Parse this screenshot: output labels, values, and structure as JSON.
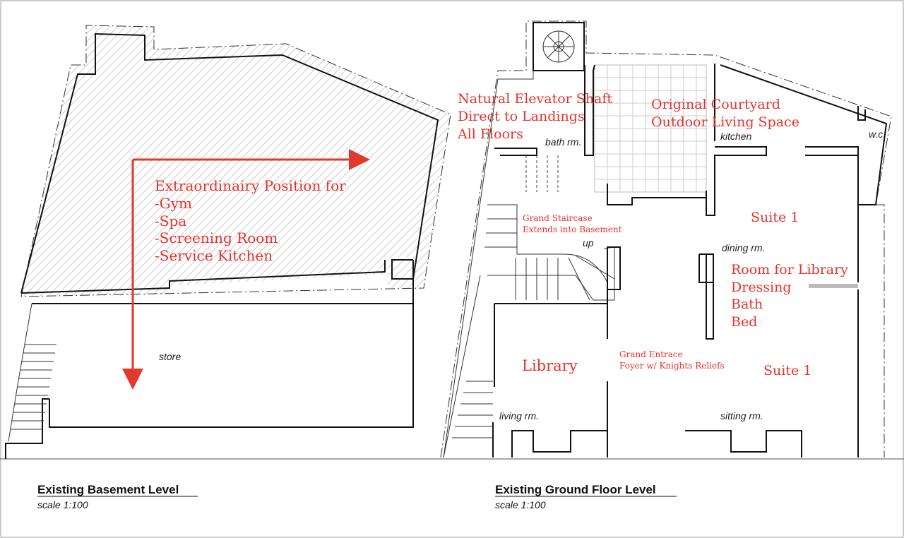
{
  "basement": {
    "title": "Existing Basement Level",
    "scale": "scale 1:100",
    "room_label": "store",
    "annotation": [
      "Extraordinairy Position for",
      "-Gym",
      "-Spa",
      "-Screening Room",
      "-Service Kitchen"
    ]
  },
  "ground": {
    "title": "Existing Ground Floor Level",
    "scale": "scale 1:100",
    "room_labels": {
      "bath": "bath rm.",
      "kitchen": "kitchen",
      "wc": "w.c.",
      "up": "up",
      "dining": "dining rm.",
      "living": "living rm.",
      "sitting": "sitting rm."
    },
    "annotations": {
      "elevator": [
        "Natural Elevator Shaft",
        "Direct to Landings",
        "All Floors"
      ],
      "courtyard": [
        "Original Courtyard",
        "Outdoor Living Space"
      ],
      "staircase": [
        "Grand Staircase",
        "Extends into Basement"
      ],
      "suite_top": "Suite 1",
      "suite_room": [
        "Room for Library",
        "Dressing",
        "Bath",
        "Bed"
      ],
      "library": "Library",
      "entrance": [
        "Grand Entrace",
        "Foyer w/ Knights Reliefs"
      ],
      "suite_bottom": "Suite 1"
    }
  },
  "colors": {
    "annotation": "#e8312a",
    "arrow": "#e03a2e",
    "wall": "#111111"
  }
}
